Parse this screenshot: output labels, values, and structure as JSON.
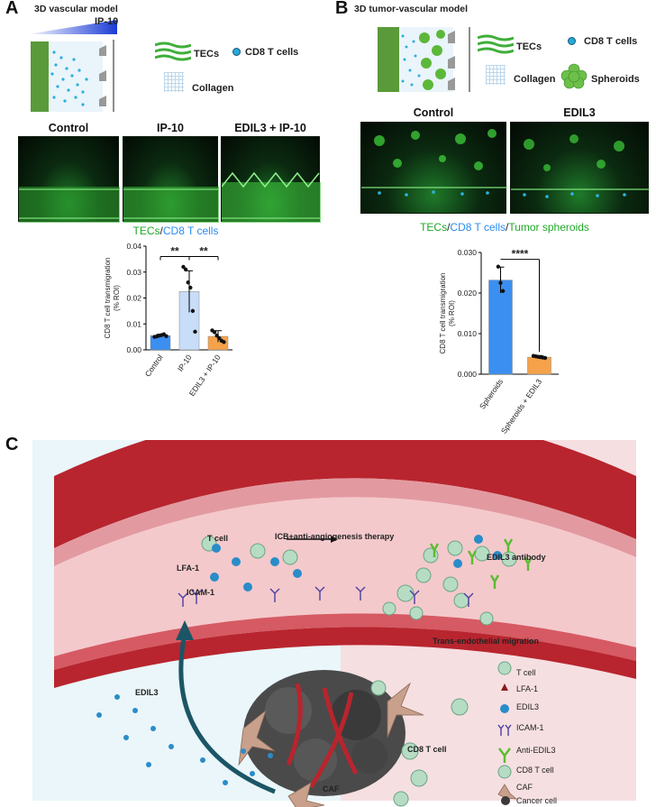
{
  "panel_a": {
    "letter": "A",
    "model_title": "3D vascular model",
    "gradient_label": "IP-10",
    "legend": {
      "tecs": "TECs",
      "cd8": "CD8 T cells",
      "collagen": "Collagen"
    },
    "conditions": [
      "Control",
      "IP-10",
      "EDIL3 + IP-10"
    ],
    "channel_tecs": "TECs",
    "channel_sep": "/",
    "channel_cd8": "CD8 T cells",
    "sig_labels": [
      "**",
      "**"
    ]
  },
  "panel_b": {
    "letter": "B",
    "model_title": "3D tumor-vascular model",
    "legend": {
      "tecs": "TECs",
      "cd8": "CD8 T cells",
      "collagen": "Collagen",
      "spheroids": "Spheroids"
    },
    "conditions": [
      "Control",
      "EDIL3"
    ],
    "channel_tecs": "TECs",
    "channel_sep1": "/",
    "channel_cd8": "CD8 T cells",
    "channel_sep2": "/",
    "channel_tumor": "Tumor spheroids",
    "sig_label": "****"
  },
  "panel_c": {
    "letter": "C",
    "labels": {
      "t_cell": "T cell",
      "lfa1": "LFA-1",
      "icam1": "ICAM-1",
      "therapy": "ICB+anti-angiogenesis therapy",
      "edil3_antibody": "EDIL3 antibody",
      "trans_migration": "Trans-endothelial migration",
      "edil3": "EDIL3",
      "cd8_t_cell": "CD8 T cell",
      "caf": "CAF"
    },
    "legend": [
      "T cell",
      "LFA-1",
      "EDIL3",
      "ICAM-1",
      "Anti-EDIL3",
      "CD8 T cell",
      "CAF",
      "Cancer cell"
    ]
  },
  "chart_data": [
    {
      "type": "bar",
      "categories": [
        "Control",
        "IP-10",
        "EDIL3 + IP-10"
      ],
      "values": [
        0.0055,
        0.0225,
        0.0052
      ],
      "error": [
        0.0005,
        0.008,
        0.0022
      ],
      "points": [
        [
          0.005,
          0.0052,
          0.0055,
          0.0057,
          0.006,
          0.0053
        ],
        [
          0.032,
          0.031,
          0.026,
          0.024,
          0.015,
          0.007
        ],
        [
          0.0075,
          0.0068,
          0.0055,
          0.0045,
          0.0035,
          0.003
        ]
      ],
      "colors": [
        "#3b8ff0",
        "#c8ddf7",
        "#f5a24a"
      ],
      "ylabel": "CD8 T cell transmigration\n(% ROI)",
      "ylim": [
        0,
        0.04
      ],
      "yticks": [
        "0.00",
        "0.01",
        "0.02",
        "0.03",
        "0.04"
      ],
      "significance": [
        "**",
        "**"
      ]
    },
    {
      "type": "bar",
      "categories": [
        "Spheroids",
        "Spheroids + EDIL3"
      ],
      "values": [
        0.0232,
        0.0042
      ],
      "error": [
        0.0032,
        0.0004
      ],
      "points": [
        [
          0.0265,
          0.0225,
          0.0205
        ],
        [
          0.0045,
          0.0044,
          0.0043,
          0.0042,
          0.0041,
          0.004
        ]
      ],
      "colors": [
        "#3b8ff0",
        "#f5a24a"
      ],
      "ylabel": "CD8 T cell transmigration\n(% ROI)",
      "ylim": [
        0,
        0.03
      ],
      "yticks": [
        "0.000",
        "0.010",
        "0.020",
        "0.030"
      ],
      "significance": "****"
    }
  ],
  "colors": {
    "tec_green": "#1fa827",
    "cd8_blue": "#2a8cf0",
    "vessel_red": "#b8252e",
    "bg_left": "#eaf6f9",
    "bg_right": "#f6dfe1"
  }
}
